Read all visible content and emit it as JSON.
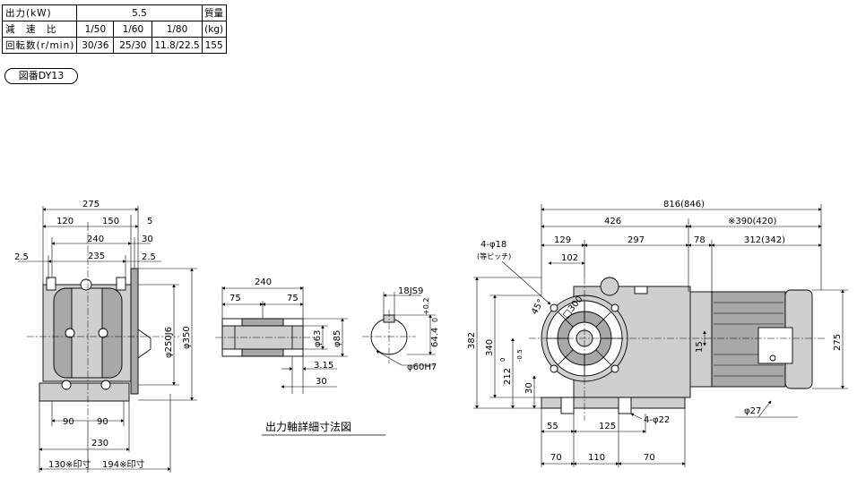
{
  "spec_table": {
    "row_power": {
      "label": "出力(kW)",
      "value": "5.5",
      "mass_label_1": "質量"
    },
    "row_ratio": {
      "label": "減　速　比",
      "values": [
        "1/50",
        "1/60",
        "1/80"
      ],
      "mass_label_2": "(kg)"
    },
    "row_speed": {
      "label": "回転数(r/min)",
      "values": [
        "30/36",
        "25/30",
        "11.8/22.5"
      ],
      "mass_value": "155"
    }
  },
  "drawing_id": "図番DY13",
  "caption": "出力軸詳細寸法図",
  "left_view": {
    "d275": "275",
    "d120": "120",
    "d150": "150",
    "d5": "5",
    "d240": "240",
    "d30": "30",
    "d25a": "2.5",
    "d235": "235",
    "d25b": "2.5",
    "d250j6": "φ250J6",
    "d350": "φ350",
    "d90a": "90",
    "d90b": "90",
    "d230": "230",
    "d130": "130※印寸",
    "d194": "194※印寸"
  },
  "shaft_detail": {
    "d240": "240",
    "d75a": "75",
    "d75b": "75",
    "d63": "φ63",
    "d85": "φ85",
    "d315": "3.15",
    "d30": "30"
  },
  "bore_detail": {
    "key": "18JS9",
    "tol": "+0.2",
    "tol0": "0",
    "d644": "64.4",
    "bore": "φ60H7"
  },
  "right_view": {
    "d816": "816(846)",
    "d426": "426",
    "d390": "※390(420)",
    "d129": "129",
    "d297": "297",
    "d78": "78",
    "d312": "312(342)",
    "holes": "4-φ18",
    "pitch": "(等ピッチ)",
    "d102": "102",
    "angle": "45°",
    "pcd": "□300",
    "d382": "382",
    "d340": "340",
    "d212": "212",
    "tol212a": "0",
    "tol212b": "-0.5",
    "d30": "30",
    "d15": "15",
    "d275": "275",
    "d55": "55",
    "d125": "125",
    "d4holes": "4-φ22",
    "d27": "φ27",
    "d70a": "70",
    "d110": "110",
    "d70b": "70"
  }
}
